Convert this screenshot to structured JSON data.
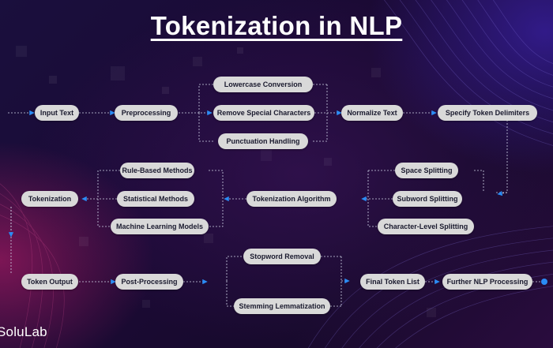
{
  "title": "Tokenization in NLP",
  "logo": "SoluLab",
  "colors": {
    "node_fill": "#d9d9d9",
    "node_text": "#1a1a2e",
    "arrow": "#2a8cf5",
    "connector": "#cfd3e6",
    "title": "#ffffff"
  },
  "nodes": {
    "input_text": "Input Text",
    "preprocessing": "Preprocessing",
    "lowercase_conversion": "Lowercase Conversion",
    "remove_special_characters": "Remove Special Characters",
    "punctuation_handling": "Punctuation Handling",
    "normalize_text": "Normalize Text",
    "specify_token_delimiters": "Specify Token Delimiters",
    "space_splitting": "Space Splitting",
    "subword_splitting": "Subword Splitting",
    "character_level_splitting": "Character-Level Splitting",
    "tokenization_algorithm": "Tokenization Algorithm",
    "rule_based_methods": "Rule-Based Methods",
    "statistical_methods": "Statistical Methods",
    "machine_learning_models": "Machine Learning Models",
    "tokenization": "Tokenization",
    "token_output": "Token Output",
    "post_processing": "Post-Processing",
    "stopword_removal": "Stopword Removal",
    "stemming_lemmatization": "Stemming Lemmatization",
    "final_token_list": "Final Token List",
    "further_nlp_processing": "Further NLP Processing"
  }
}
